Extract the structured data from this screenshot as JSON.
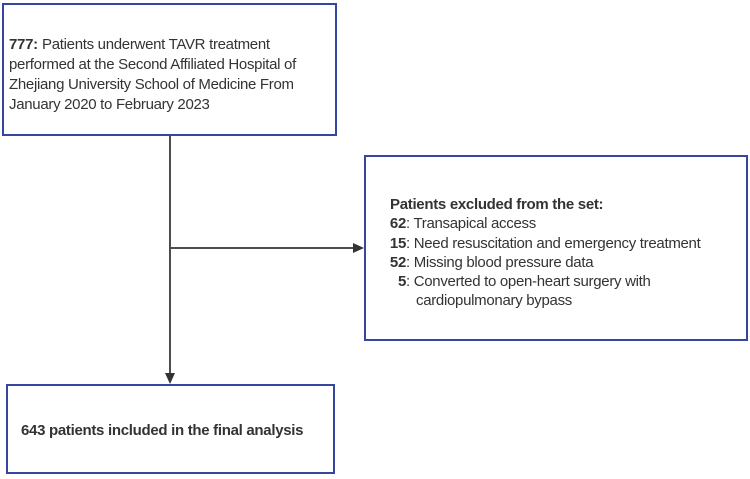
{
  "colors": {
    "box_border": "#35469e",
    "arrow_line": "#4d4d4d",
    "arrow_head": "#333333",
    "text": "#333333",
    "background": "#ffffff"
  },
  "flowchart": {
    "top_box": {
      "number": "777:",
      "line1": "Patients underwent TAVR treatment",
      "line2": "performed at the Second Affiliated Hospital of",
      "line3": "Zhejiang University School of Medicine From",
      "line4": "January 2020 to February 2023"
    },
    "excluded_box": {
      "title": "Patients excluded from the set:",
      "items": [
        {
          "num": "62",
          "rest": ": Transapical access"
        },
        {
          "num": "15",
          "rest": ": Need resuscitation and emergency treatment"
        },
        {
          "num": "52",
          "rest": ": Missing blood pressure data"
        },
        {
          "num": "5",
          "rest": ": Converted to open-heart surgery with",
          "rest2": "cardiopulmonary bypass"
        }
      ]
    },
    "bottom_box": {
      "text": "643 patients included in the final analysis"
    }
  }
}
